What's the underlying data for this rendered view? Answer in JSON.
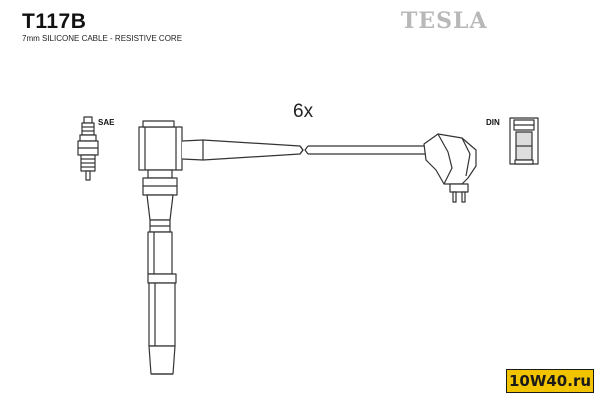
{
  "header": {
    "model_code": "T117B",
    "subtitle": "7mm SILICONE CABLE - RESISTIVE CORE",
    "brand": "TESLA"
  },
  "diagram": {
    "quantity_label": "6x",
    "left_connector_label": "SAE",
    "right_connector_label": "DIN",
    "icons": [
      "spark-plug-icon",
      "distributor-terminal-icon"
    ]
  },
  "watermark": {
    "text": "10W40.ru"
  },
  "colors": {
    "line": "#333333",
    "fill": "#ffffff",
    "brand_gray": "#b8b8b8",
    "watermark_bg": "#f2c400"
  }
}
